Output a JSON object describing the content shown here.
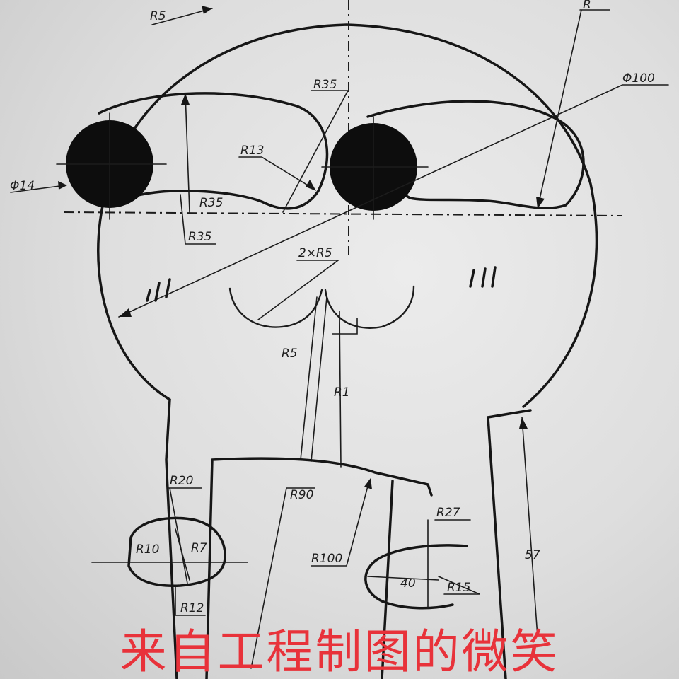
{
  "caption": "来自工程制图的微笑",
  "dimensions": {
    "r5": "R5",
    "r35_top": "R35",
    "r13": "R13",
    "phi100": "Φ100",
    "phi14": "Φ14",
    "r35_eye": "R35",
    "r35_low": "R35",
    "two_r5": "2×R5",
    "r1": "R1",
    "r5_center": "R5",
    "r20": "R20",
    "r10": "R10",
    "r7": "R7",
    "r12": "R12",
    "r90": "R90",
    "r100": "R100",
    "r27": "R27",
    "r15": "R15",
    "d40": "40",
    "d57": "57",
    "r_top_right": "R"
  },
  "blush": "///"
}
